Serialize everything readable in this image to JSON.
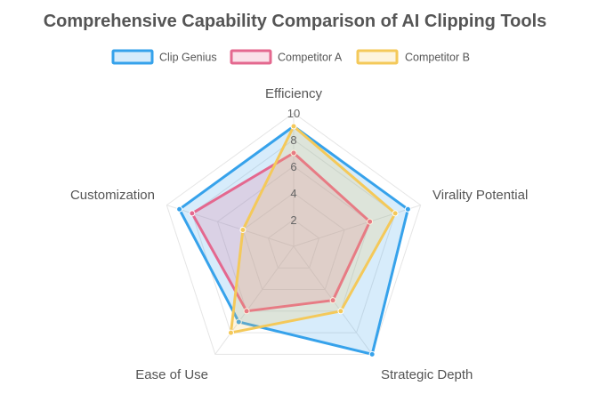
{
  "chart_data": {
    "type": "radar",
    "title": "Comprehensive Capability Comparison of AI Clipping Tools",
    "axes": [
      "Efficiency",
      "Virality Potential",
      "Strategic Depth",
      "Ease of Use",
      "Customization"
    ],
    "r_range": [
      0,
      10
    ],
    "ticks": [
      "2",
      "4",
      "6",
      "8",
      "10"
    ],
    "grid": true,
    "legend_position": "top",
    "series": [
      {
        "name": "Clip Genius",
        "values": [
          9,
          9,
          10,
          7,
          9
        ],
        "color": "#36a2eb",
        "fill": "rgba(54,162,235,0.2)"
      },
      {
        "name": "Competitor A",
        "values": [
          7,
          6,
          5,
          6,
          8
        ],
        "color": "#e4688f",
        "fill": "rgba(228,104,143,0.2)"
      },
      {
        "name": "Competitor B",
        "values": [
          9,
          8,
          6,
          8,
          4
        ],
        "color": "#f4c95a",
        "fill": "rgba(244,201,90,0.2)"
      }
    ]
  }
}
